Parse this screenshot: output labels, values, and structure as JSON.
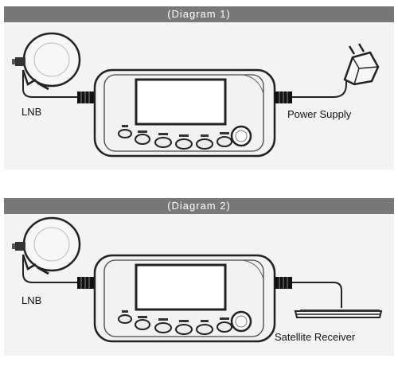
{
  "diagrams": [
    {
      "header": "(Diagram 1)",
      "left_label": "LNB",
      "right_label": "Power Supply",
      "right_device_icon": "power-adapter-icon"
    },
    {
      "header": "(Diagram 2)",
      "left_label": "LNB",
      "right_label": "Satellite Receiver",
      "right_device_icon": "satellite-receiver-icon"
    }
  ],
  "colors": {
    "panel_background": "#f3f3f3",
    "header_band": "#787878",
    "line_art": "#222222"
  }
}
